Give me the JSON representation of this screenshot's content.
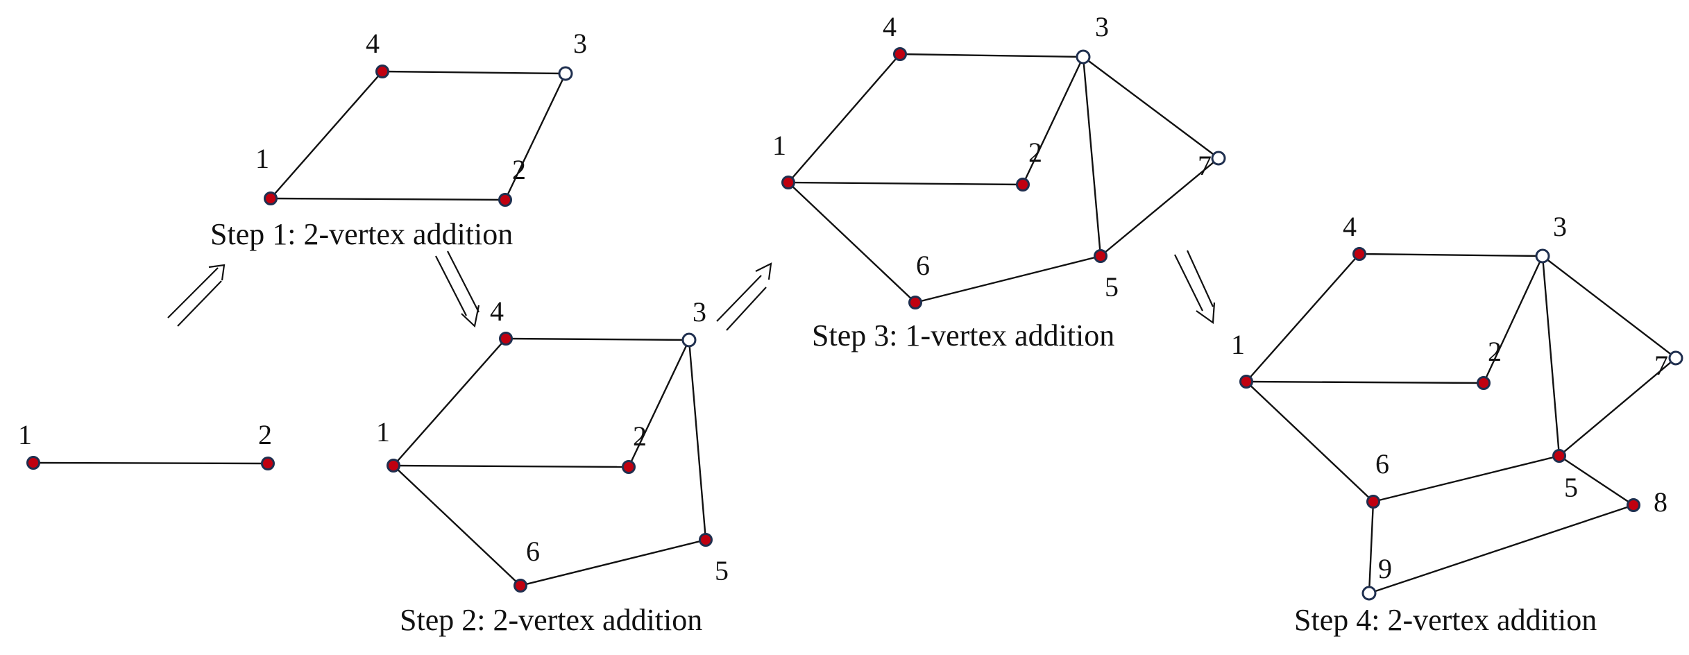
{
  "colors": {
    "filled_vertex": "#c00010",
    "open_vertex": "#ffffff",
    "vertex_outline": "#1f2f4f",
    "edge": "#111111"
  },
  "diagram": {
    "initial": {
      "vertices": [
        {
          "id": "1",
          "label": "1",
          "kind": "filled"
        },
        {
          "id": "2",
          "label": "2",
          "kind": "filled"
        }
      ],
      "edges": [
        [
          "1",
          "2"
        ]
      ]
    },
    "steps": [
      {
        "caption": "Step 1: 2-vertex addition",
        "vertices": [
          {
            "id": "1",
            "label": "1",
            "kind": "filled"
          },
          {
            "id": "2",
            "label": "2",
            "kind": "filled"
          },
          {
            "id": "3",
            "label": "3",
            "kind": "open"
          },
          {
            "id": "4",
            "label": "4",
            "kind": "filled"
          }
        ],
        "edges": [
          [
            "1",
            "2"
          ],
          [
            "1",
            "4"
          ],
          [
            "4",
            "3"
          ],
          [
            "3",
            "2"
          ]
        ]
      },
      {
        "caption": "Step 2: 2-vertex addition",
        "vertices": [
          {
            "id": "1",
            "label": "1",
            "kind": "filled"
          },
          {
            "id": "2",
            "label": "2",
            "kind": "filled"
          },
          {
            "id": "3",
            "label": "3",
            "kind": "open"
          },
          {
            "id": "4",
            "label": "4",
            "kind": "filled"
          },
          {
            "id": "5",
            "label": "5",
            "kind": "filled"
          },
          {
            "id": "6",
            "label": "6",
            "kind": "filled"
          }
        ],
        "edges": [
          [
            "1",
            "2"
          ],
          [
            "1",
            "4"
          ],
          [
            "4",
            "3"
          ],
          [
            "3",
            "2"
          ],
          [
            "3",
            "5"
          ],
          [
            "5",
            "6"
          ],
          [
            "6",
            "1"
          ]
        ]
      },
      {
        "caption": "Step 3: 1-vertex addition",
        "vertices": [
          {
            "id": "1",
            "label": "1",
            "kind": "filled"
          },
          {
            "id": "2",
            "label": "2",
            "kind": "filled"
          },
          {
            "id": "3",
            "label": "3",
            "kind": "open"
          },
          {
            "id": "4",
            "label": "4",
            "kind": "filled"
          },
          {
            "id": "5",
            "label": "5",
            "kind": "filled"
          },
          {
            "id": "6",
            "label": "6",
            "kind": "filled"
          },
          {
            "id": "7",
            "label": "7",
            "kind": "open"
          }
        ],
        "edges": [
          [
            "1",
            "2"
          ],
          [
            "1",
            "4"
          ],
          [
            "4",
            "3"
          ],
          [
            "3",
            "2"
          ],
          [
            "3",
            "5"
          ],
          [
            "5",
            "6"
          ],
          [
            "6",
            "1"
          ],
          [
            "3",
            "7"
          ],
          [
            "7",
            "5"
          ]
        ]
      },
      {
        "caption": "Step 4: 2-vertex addition",
        "vertices": [
          {
            "id": "1",
            "label": "1",
            "kind": "filled"
          },
          {
            "id": "2",
            "label": "2",
            "kind": "filled"
          },
          {
            "id": "3",
            "label": "3",
            "kind": "open"
          },
          {
            "id": "4",
            "label": "4",
            "kind": "filled"
          },
          {
            "id": "5",
            "label": "5",
            "kind": "filled"
          },
          {
            "id": "6",
            "label": "6",
            "kind": "filled"
          },
          {
            "id": "7",
            "label": "7",
            "kind": "open"
          },
          {
            "id": "8",
            "label": "8",
            "kind": "filled"
          },
          {
            "id": "9",
            "label": "9",
            "kind": "open"
          }
        ],
        "edges": [
          [
            "1",
            "2"
          ],
          [
            "1",
            "4"
          ],
          [
            "4",
            "3"
          ],
          [
            "3",
            "2"
          ],
          [
            "3",
            "5"
          ],
          [
            "5",
            "6"
          ],
          [
            "6",
            "1"
          ],
          [
            "3",
            "7"
          ],
          [
            "7",
            "5"
          ],
          [
            "5",
            "8"
          ],
          [
            "8",
            "9"
          ],
          [
            "9",
            "6"
          ]
        ]
      }
    ]
  }
}
